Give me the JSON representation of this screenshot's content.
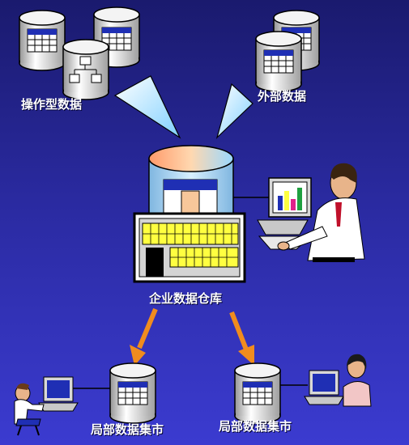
{
  "labels": {
    "operational": "操作型数据",
    "external": "外部数据",
    "warehouse": "企业数据仓库",
    "mart_left": "局部数据集市",
    "mart_right": "局部数据集市"
  },
  "colors": {
    "bg_top": "#1a1a6e",
    "bg_bottom": "#3b3bd0",
    "cylinder": "#e8e8e8",
    "screen_blue": "#1f2fb4",
    "arrow_orange": "#f08c1e",
    "warehouse_gold": "#ffff40"
  },
  "icons": [
    "database-cylinder-icon",
    "org-chart-icon",
    "beam-arrow-icon",
    "computer-user-icon",
    "warehouse-icon"
  ]
}
